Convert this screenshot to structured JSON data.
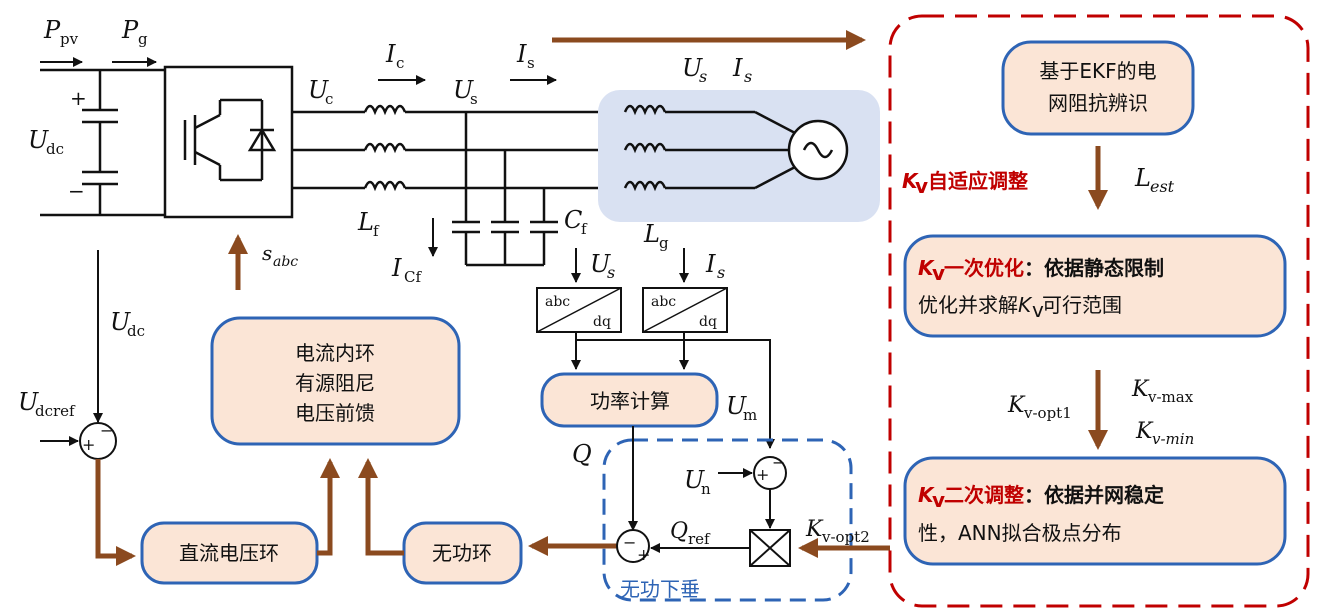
{
  "colors": {
    "accent_brown": "#8b4a1f",
    "box_fill": "#fbe5d6",
    "box_border": "#2e64b5",
    "red_dashed": "#c00000",
    "grid_highlight": "#d9e1f2"
  },
  "labels": {
    "P": "P",
    "pv": "pv",
    "g": "g",
    "U": "U",
    "dc": "dc",
    "c": "c",
    "s_sub": "s",
    "I": "I",
    "Us_it": "U",
    "Is_it": "I",
    "s_it": "s",
    "L": "L",
    "f": "f",
    "Cf_C": "C",
    "Cf_f": "f",
    "Lg_L": "L",
    "Lg_g": "g",
    "ICf_I": "I",
    "ICf_sub": "Cf",
    "s_abc_s": "s",
    "s_abc_sub": "abc",
    "Udc2_U": "U",
    "Udc2_sub": "dc",
    "Udcref_U": "U",
    "Udcref_sub": "dcref",
    "Um_U": "U",
    "Um_sub": "m",
    "Un_U": "U",
    "Un_sub": "n",
    "Q": "Q",
    "Qref_Q": "Q",
    "Qref_sub": "ref",
    "Kvopt2_K": "K",
    "Kvopt2_sub": "v-opt2",
    "Lest_L": "L",
    "Lest_sub": "est",
    "Kvopt1_K": "K",
    "Kvopt1_sub": "v-opt1",
    "Kvmax_K": "K",
    "Kvmax_sub": "v-max",
    "Kvmin_K": "K",
    "Kvmin_sub": "v-min",
    "abc": "abc",
    "dq": "dq",
    "plus": "+",
    "minus": "−"
  },
  "boxes": {
    "ekf_line1": "基于EKF的电",
    "ekf_line2": "网阻抗辨识",
    "opt1_title": "K",
    "opt1_v": "v",
    "opt1_red": "一次优化",
    "opt1_rest1": "：依据静态限制",
    "opt1_line2a": "优化并求解",
    "opt1_line2K": "K",
    "opt1_line2v": "v",
    "opt1_line2b": "可行范围",
    "opt2_K": "K",
    "opt2_v": "v",
    "opt2_red": "二次调整",
    "opt2_rest1": "：依据并网稳定",
    "opt2_line2": "性，ANN拟合极点分布",
    "adaptive_K": "K",
    "adaptive_v": "v",
    "adaptive_text": "自适应调整",
    "inner_line1": "电流内环",
    "inner_line2": "有源阻尼",
    "inner_line3": "电压前馈",
    "power_calc": "功率计算",
    "dc_loop": "直流电压环",
    "reactive_loop": "无功环",
    "droop": "无功下垂"
  }
}
